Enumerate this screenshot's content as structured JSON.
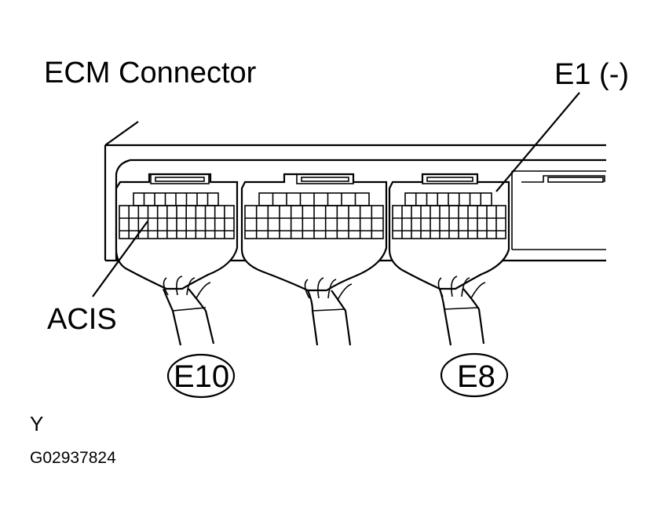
{
  "diagram": {
    "title": "ECM Connector",
    "callouts": {
      "terminal_e1": "E1  (-)",
      "terminal_acis": "ACIS"
    },
    "connectors": [
      {
        "id": "E10"
      },
      {
        "id": "E8"
      }
    ],
    "footer": {
      "view_letter": "Y",
      "figure_code": "G02937824"
    }
  }
}
